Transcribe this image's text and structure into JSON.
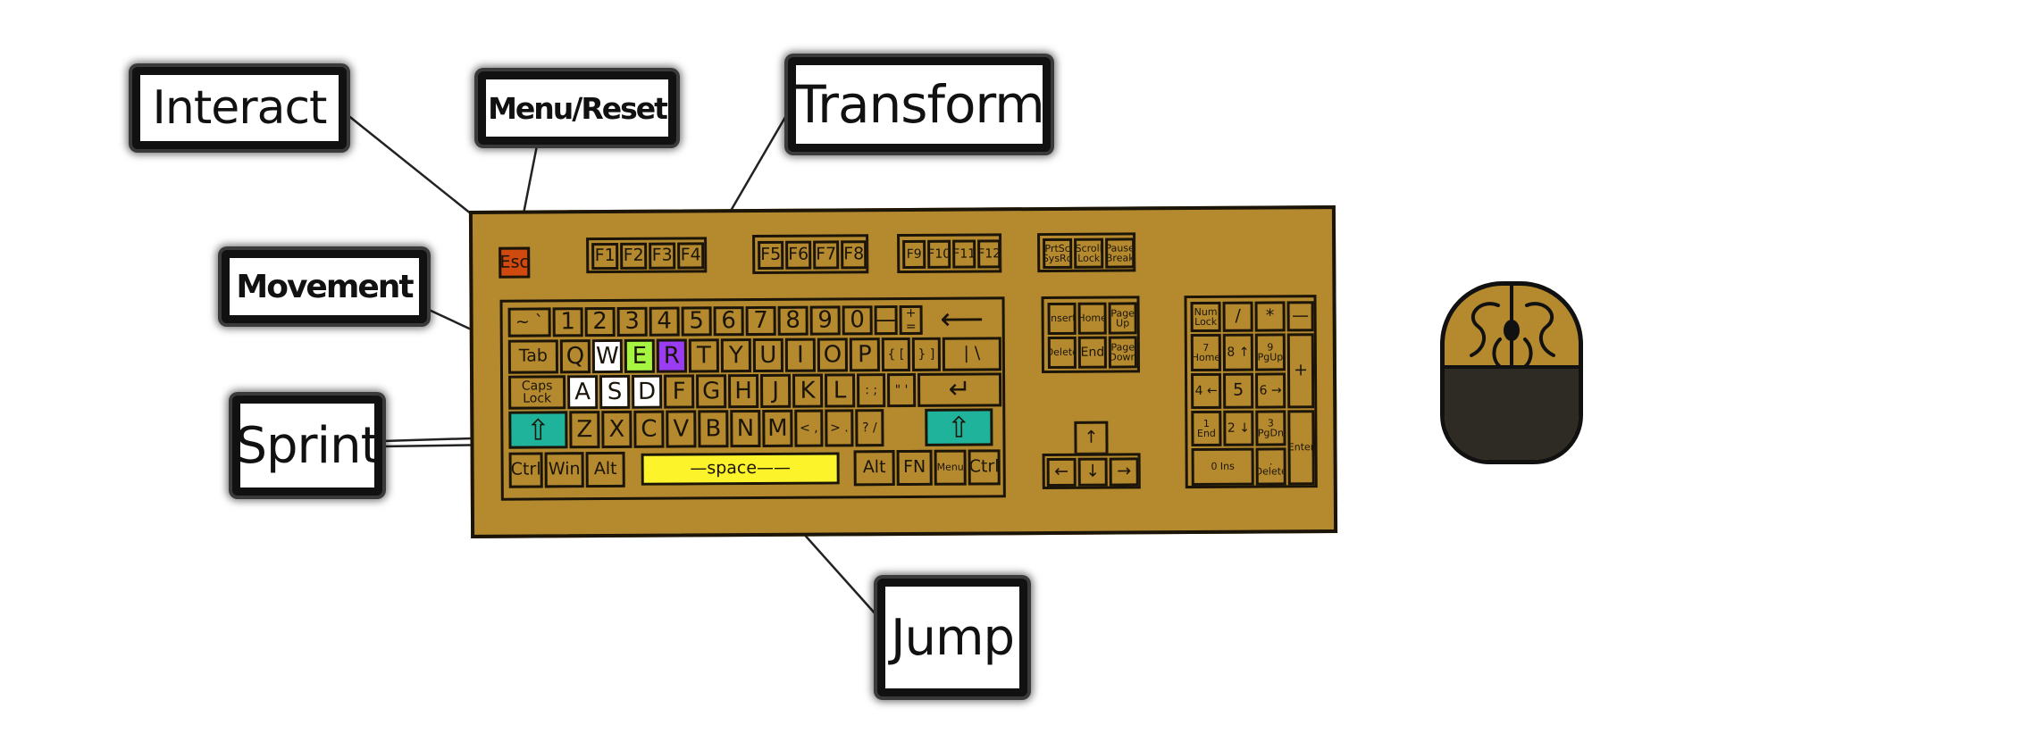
{
  "callouts": {
    "interact": "Interact",
    "menu_reset": "Menu/Reset",
    "transform": "Transform",
    "movement": "Movement",
    "sprint": "Sprint",
    "jump": "Jump"
  },
  "colors": {
    "keyboard_body": "#b58a2f",
    "esc_key": "#d04a10",
    "movement_keys": "#ffffff",
    "interact_key": "#a6f542",
    "transform_key": "#9a3cf2",
    "sprint_keys": "#1fb39c",
    "jump_key": "#fcf32a",
    "mouse_bottom": "#2e2b25"
  },
  "keys": {
    "esc": "Esc",
    "f1": "F1",
    "f2": "F2",
    "f3": "F3",
    "f4": "F4",
    "f5": "F5",
    "f6": "F6",
    "f7": "F7",
    "f8": "F8",
    "f9": "F9",
    "f10": "F10",
    "f11": "F11",
    "f12": "F12",
    "prtsc": "PrtSc SysRq",
    "scroll_lock": "Scroll Lock",
    "pause": "Pause Break",
    "tilde": "~ `",
    "n1": "1",
    "n2": "2",
    "n3": "3",
    "n4": "4",
    "n5": "5",
    "n6": "6",
    "n7": "7",
    "n8": "8",
    "n9": "9",
    "n0": "0",
    "minus": "—",
    "equals": "+ =",
    "backspace": "⟵",
    "tab": "Tab",
    "q": "Q",
    "w": "W",
    "e": "E",
    "r": "R",
    "t": "T",
    "y": "Y",
    "u": "U",
    "i": "I",
    "o": "O",
    "p": "P",
    "lbracket": "{ [",
    "rbracket": "} ]",
    "backslash": "| \\",
    "caps": "Caps Lock",
    "a": "A",
    "s": "S",
    "d": "D",
    "f": "F",
    "g": "G",
    "h": "H",
    "j": "J",
    "k": "K",
    "l": "L",
    "semicolon": ": ;",
    "quote": "\" '",
    "enter": "↵",
    "lshift": "⇧",
    "z": "Z",
    "x": "X",
    "c": "C",
    "v": "V",
    "b": "B",
    "n": "N",
    "m": "M",
    "comma": "< ,",
    "period": "> .",
    "slash": "? /",
    "rshift": "⇧",
    "lctrl": "Ctrl",
    "win": "Win",
    "lalt": "Alt",
    "space": "—space——",
    "ralt": "Alt",
    "fn": "FN",
    "menu": "Menu",
    "rctrl": "Ctrl",
    "insert": "Insert",
    "home": "Home",
    "pgup": "Page Up",
    "delete": "Delete",
    "end": "End",
    "pgdn": "Page Down",
    "up": "↑",
    "left": "←",
    "down": "↓",
    "right": "→",
    "numlock": "Num Lock",
    "kp_div": "/",
    "kp_mul": "*",
    "kp_minus": "—",
    "kp7": "7 Home",
    "kp8": "8 ↑",
    "kp9": "9 PgUp",
    "kp_plus": "+",
    "kp4": "4 ←",
    "kp5": "5",
    "kp6": "6 →",
    "kp1": "1 End",
    "kp2": "2 ↓",
    "kp3": "3 PgDn",
    "kp_enter": "Enter",
    "kp0": "0 Ins",
    "kp_dot": ". Delete"
  }
}
